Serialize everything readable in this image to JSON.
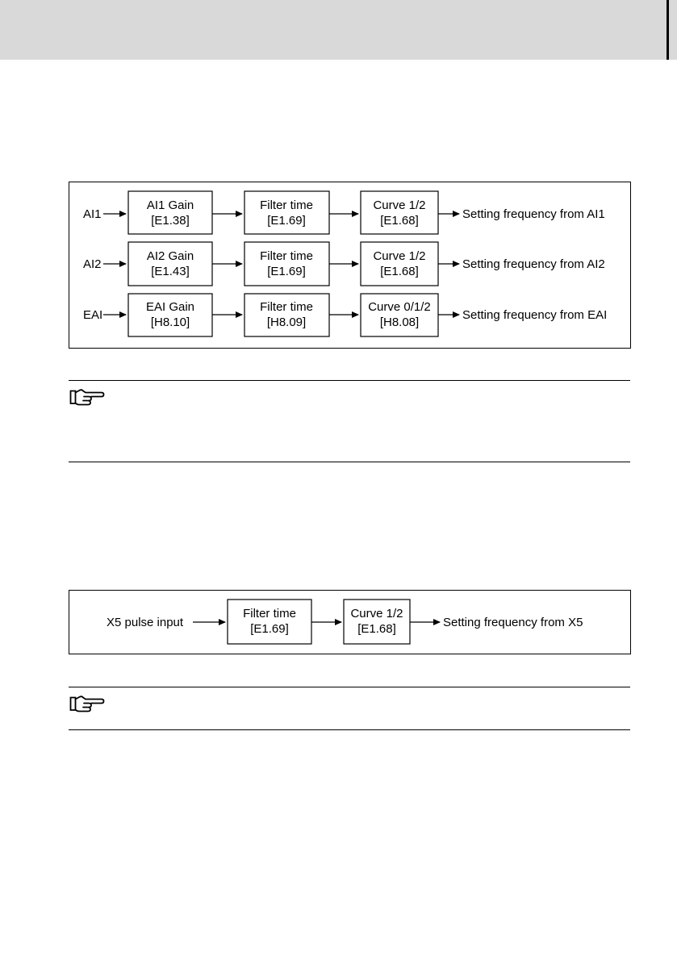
{
  "colors": {
    "header_band": "#d9d9d9",
    "line": "#000000",
    "background": "#ffffff"
  },
  "diagram1": {
    "rows": [
      {
        "input": "AI1",
        "gain": [
          "AI1 Gain",
          "[E1.38]"
        ],
        "filter": [
          "Filter time",
          "[E1.69]"
        ],
        "curve": [
          "Curve 1/2",
          "[E1.68]"
        ],
        "output": "Setting frequency from AI1"
      },
      {
        "input": "AI2",
        "gain": [
          "AI2 Gain",
          "[E1.43]"
        ],
        "filter": [
          "Filter time",
          "[E1.69]"
        ],
        "curve": [
          "Curve 1/2",
          "[E1.68]"
        ],
        "output": "Setting frequency from AI2"
      },
      {
        "input": "EAI",
        "gain": [
          "EAI Gain",
          "[H8.10]"
        ],
        "filter": [
          "Filter time",
          "[H8.09]"
        ],
        "curve": [
          "Curve 0/1/2",
          "[H8.08]"
        ],
        "output": "Setting frequency from EAI"
      }
    ]
  },
  "diagram2": {
    "input": "X5 pulse input",
    "filter": [
      "Filter time",
      "[E1.69]"
    ],
    "curve": [
      "Curve 1/2",
      "[E1.68]"
    ],
    "output": "Setting frequency from X5"
  },
  "notes": [
    {
      "icon": "pointing-hand-icon"
    },
    {
      "icon": "pointing-hand-icon"
    }
  ]
}
